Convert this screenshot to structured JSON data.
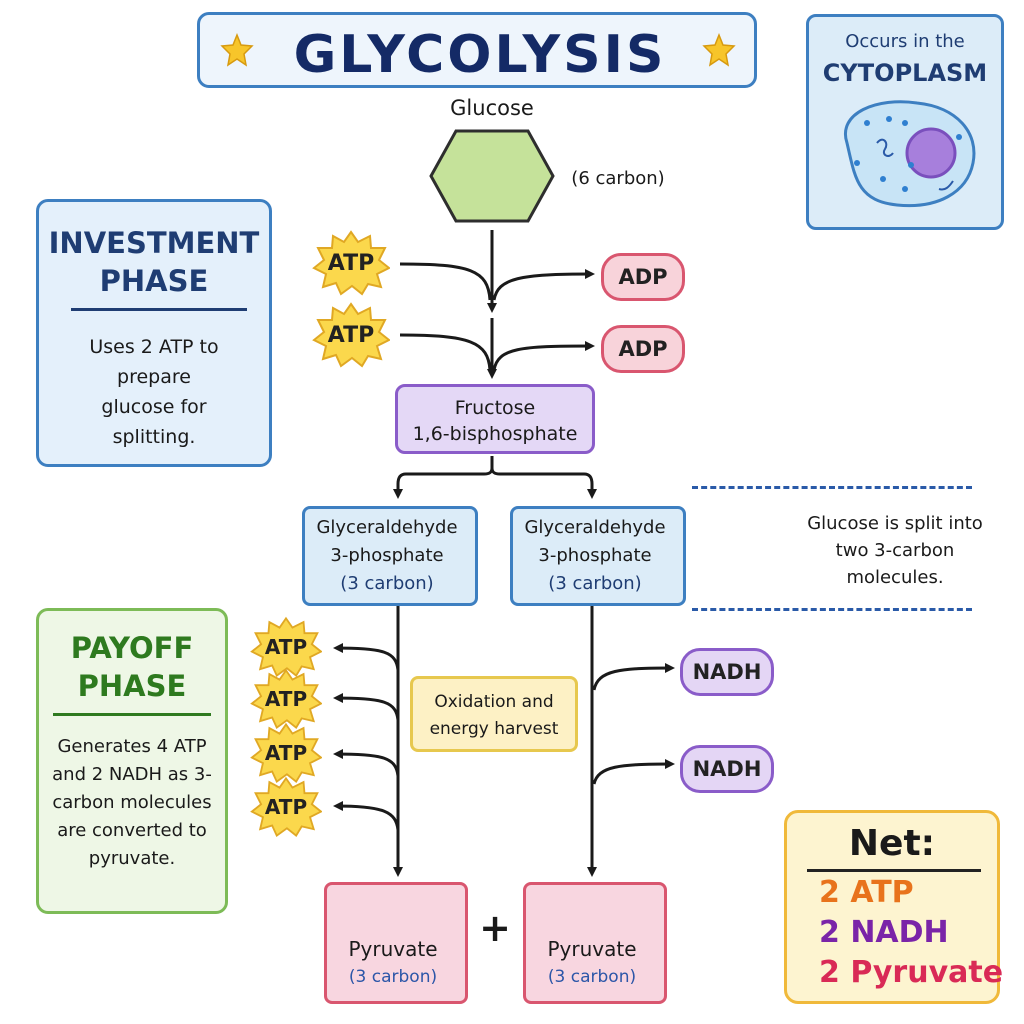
{
  "title": "GLYCOLYSIS",
  "location": {
    "line1": "Occurs in the",
    "line2": "CYTOPLASM"
  },
  "investment": {
    "title": "INVESTMENT PHASE",
    "description": "Uses 2 ATP to prepare glucose for splitting."
  },
  "payoff": {
    "title": "PAYOFF PHASE",
    "description": "Generates 4 ATP and 2 NADH as 3-carbon molecules are converted to pyruvate."
  },
  "glucose": {
    "label": "Glucose",
    "carbon": "(6 carbon)"
  },
  "atp_label": "ATP",
  "adp_label": "ADP",
  "nadh_label": "NADH",
  "fructose": {
    "line1": "Fructose",
    "line2": "1,6-bisphosphate"
  },
  "g3p": {
    "line1": "Glyceraldehyde",
    "line2": "3-phosphate",
    "carbon": "(3 carbon)"
  },
  "split_note": "Glucose is split into two 3-carbon molecules.",
  "oxidation": "Oxidation and energy harvest",
  "pyruvate": {
    "label": "Pyruvate",
    "carbon": "(3 carbon)"
  },
  "plus": "+",
  "net": {
    "title": "Net:",
    "items": [
      {
        "text": "2 ATP",
        "color": "#e8731c"
      },
      {
        "text": "2 NADH",
        "color": "#7a24a8"
      },
      {
        "text": "2 Pyruvate",
        "color": "#d92a56"
      }
    ]
  },
  "colors": {
    "title_text": "#142a66",
    "investment_border": "#3d7fc1",
    "payoff_border": "#7dbb57",
    "glucose_fill": "#c5e29a",
    "atp_fill": "#fbd84c",
    "adp_fill": "#f8d3da",
    "nadh_fill": "#e4d6f5",
    "pyruvate_fill": "#f8d6e0",
    "net_fill": "#fdf4d0"
  }
}
